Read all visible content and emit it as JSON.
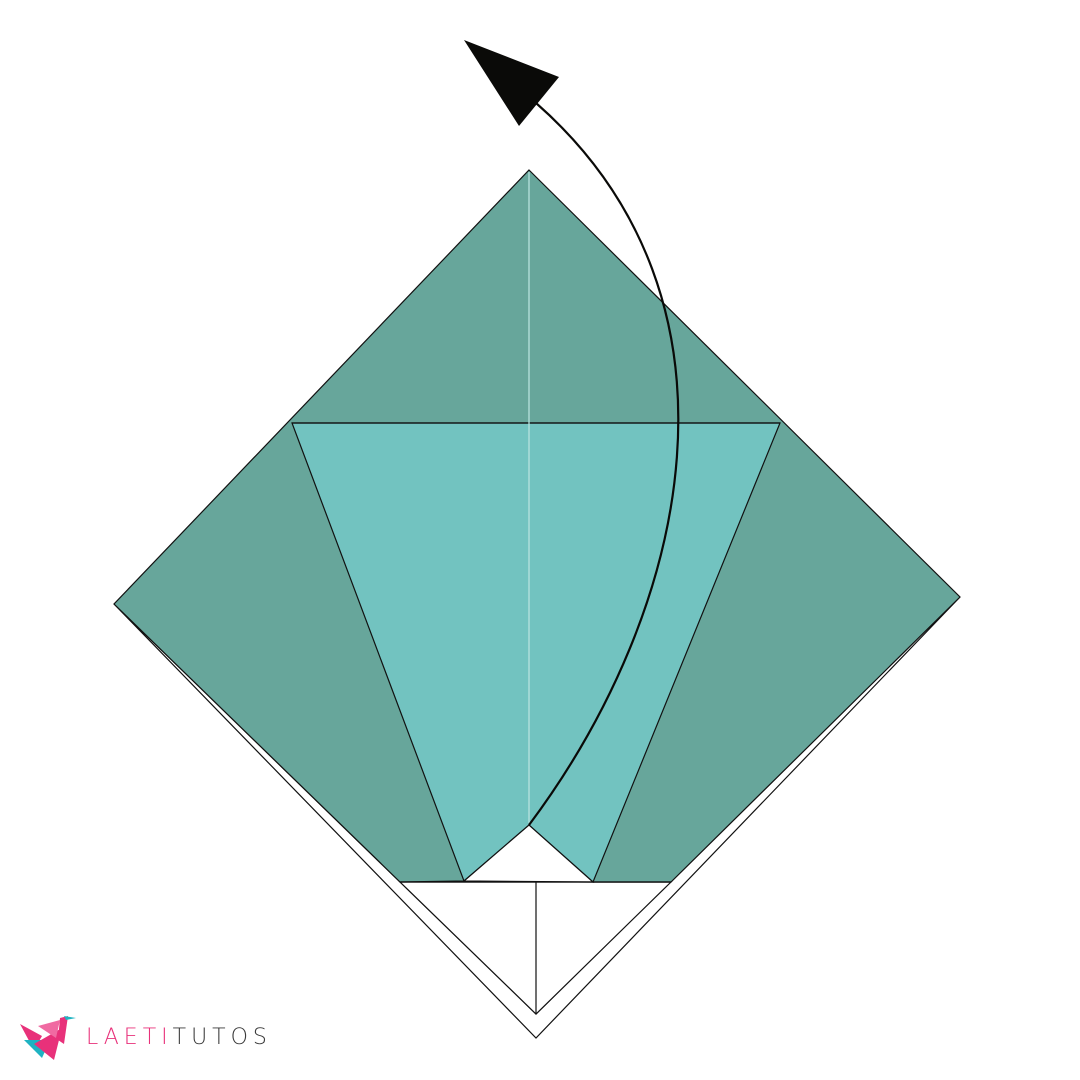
{
  "diagram": {
    "colors": {
      "dark_teal": "#67a69b",
      "light_teal": "#72c3c0",
      "paper_white": "#ffffff",
      "outline": "#111111",
      "arrow": "#0a0a08",
      "center_crease": "#b7e2de"
    },
    "step_symbol": "curved-fold-arrow"
  },
  "logo": {
    "brand_part1": "LAETI",
    "brand_part2": "TUTOS",
    "colors": {
      "pink": "#e8317a",
      "cyan": "#1fb3c2",
      "text": "#3a3a3a"
    },
    "icon": "origami-crane-icon"
  }
}
